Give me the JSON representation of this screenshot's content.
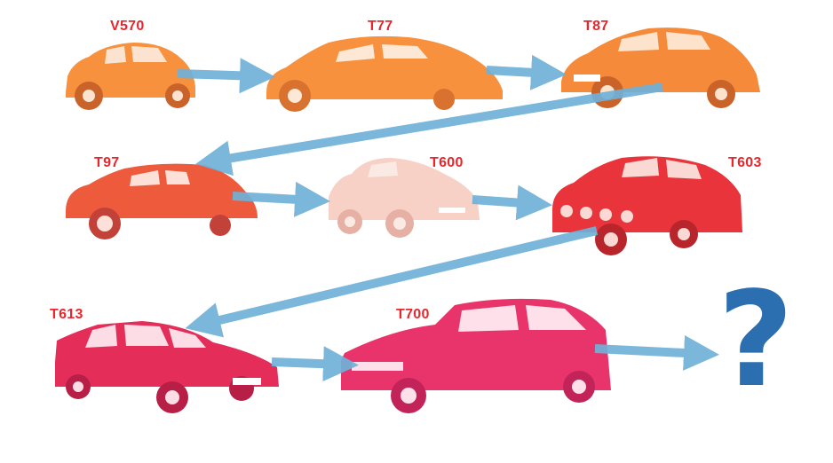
{
  "models": [
    {
      "id": "v570",
      "name": "V570",
      "color": "#f7913d"
    },
    {
      "id": "t77",
      "name": "T77",
      "color": "#f7913d"
    },
    {
      "id": "t87",
      "name": "T87",
      "color": "#f58a3a"
    },
    {
      "id": "t97",
      "name": "T97",
      "color": "#ee5a3c"
    },
    {
      "id": "t600",
      "name": "T600",
      "color": "#f7d0c6"
    },
    {
      "id": "t603",
      "name": "T603",
      "color": "#e8343a"
    },
    {
      "id": "t613",
      "name": "T613",
      "color": "#e52d5a"
    },
    {
      "id": "t700",
      "name": "T700",
      "color": "#e8346b"
    }
  ],
  "next_model": {
    "symbol": "?",
    "color": "#2c6fb1"
  },
  "colors": {
    "label": "#e8262d",
    "arrow": "#6fb1d9"
  }
}
